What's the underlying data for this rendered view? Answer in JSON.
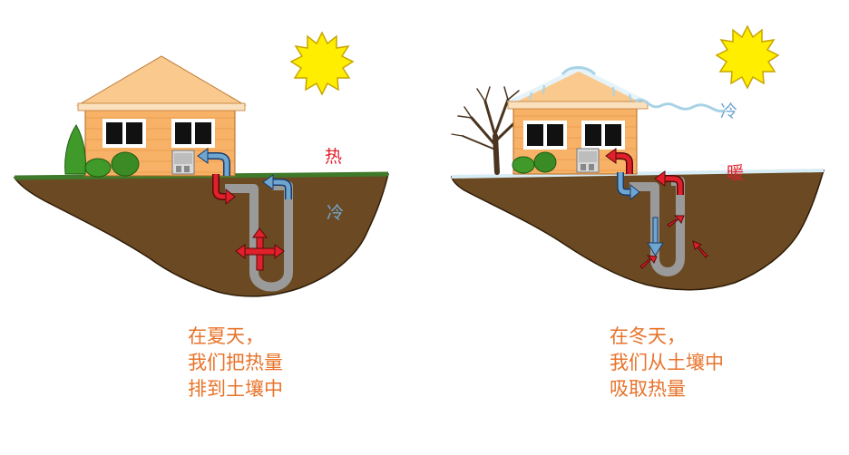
{
  "summer": {
    "label_hot": "热",
    "label_cold": "冷",
    "caption_lines": [
      "在夏天，",
      "我们把热量",
      "排到土壤中"
    ]
  },
  "winter": {
    "label_cold": "冷",
    "label_warm": "暖",
    "caption_lines": [
      "在冬天，",
      "我们从土壤中",
      "吸取热量"
    ]
  },
  "colors": {
    "hot": "#e0202a",
    "cold": "#6fa6cf",
    "caption": "#e8732a",
    "soil": "#6b4a23",
    "grass": "#3f7a2a",
    "sun": "#ffee00",
    "house_wall": "#f7b267",
    "roof": "#f9c98e",
    "pipe": "#9a9a9a"
  },
  "icons": [
    "sun-icon",
    "house-icon",
    "tree-icon",
    "heat-pump-icon",
    "arrow-icon"
  ]
}
